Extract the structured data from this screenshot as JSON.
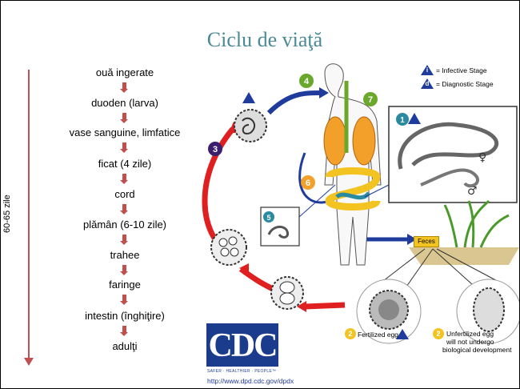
{
  "title": "Ciclu de viaţă",
  "period": "60-65 zile",
  "steps": [
    "ouă ingerate",
    "duoden (larva)",
    "vase sanguine, limfatice",
    "ficat (4 zile)",
    "cord",
    "plămân (6-10 zile)",
    "trahee",
    "faringe",
    "intestin (înghiţire)",
    "adulţi"
  ],
  "diagram": {
    "legend_infective": "= Infective Stage",
    "legend_diagnostic": "= Diagnostic Stage",
    "legend_i": "i",
    "legend_d": "d",
    "feces": "Feces",
    "fertilized_egg": "Fertilized egg",
    "unfertilized_line1": "Unfertilized egg",
    "unfertilized_line2": "will not undergo",
    "unfertilized_line3": "biological development",
    "stage_numbers": [
      "1",
      "2",
      "3",
      "4",
      "5",
      "6",
      "7"
    ],
    "female_symbol": "♀",
    "male_symbol": "♂"
  },
  "cdc": {
    "logo": "CDC",
    "tagline": "SAFER · HEALTHIER · PEOPLE™",
    "url": "http://www.dpd.cdc.gov/dpdx"
  },
  "colors": {
    "title": "#4a8a96",
    "timeline": "#c0504d",
    "arrow_blue": "#1f3b9b",
    "arrow_red": "#e02020",
    "stage_green": "#6aa82c",
    "stage_purple": "#3a1f6e",
    "stage_orange": "#f2a02a"
  }
}
